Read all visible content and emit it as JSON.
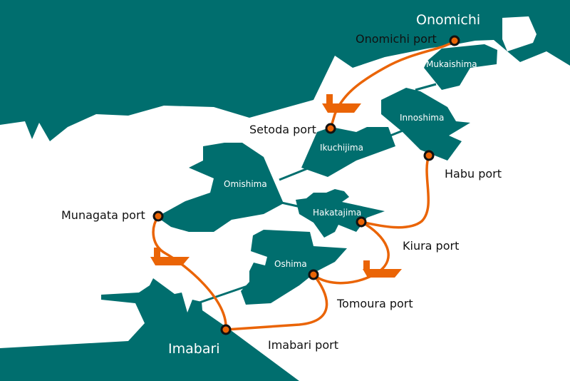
{
  "colors": {
    "land": "#006e6e",
    "route": "#ea6406",
    "sea": "#ffffff"
  },
  "cities": {
    "north": "Onomichi",
    "south": "Imabari"
  },
  "islands": {
    "mukaishima": "Mukaishima",
    "innoshima": "Innoshima",
    "ikuchijima": "Ikuchijima",
    "omishima": "Omishima",
    "hakatajima": "Hakatajima",
    "oshima": "Oshima"
  },
  "ports": {
    "onomichi": "Onomichi port",
    "setoda": "Setoda port",
    "habu": "Habu port",
    "munagata": "Munagata port",
    "kiura": "Kiura port",
    "tomoura": "Tomoura port",
    "imabari": "Imabari port"
  },
  "icons": {
    "port": "port-circle-icon",
    "ship": "ferry-ship-icon"
  }
}
